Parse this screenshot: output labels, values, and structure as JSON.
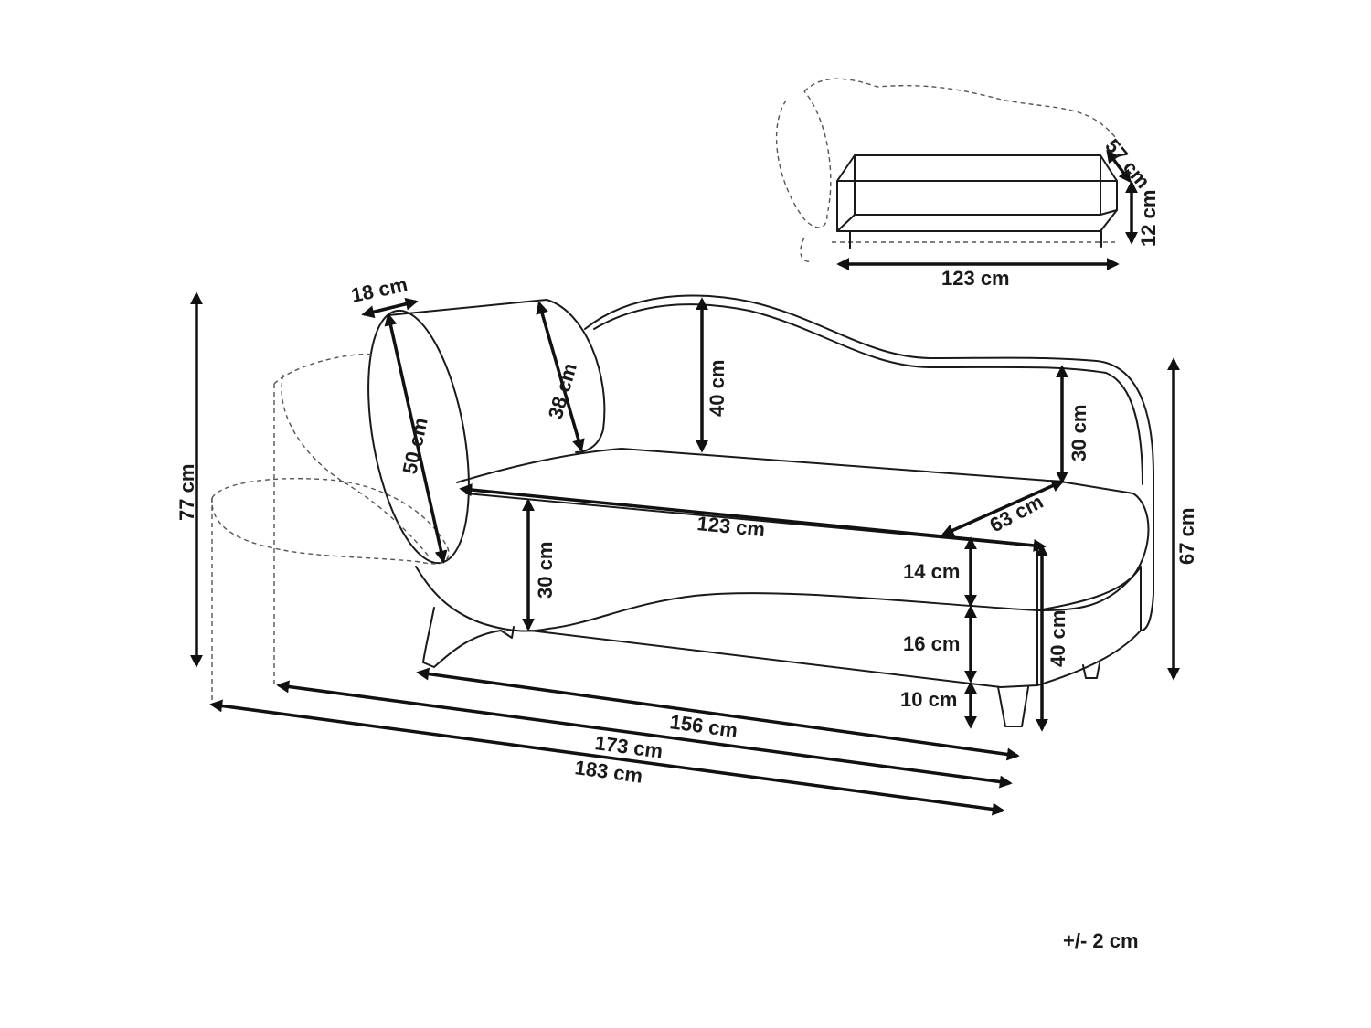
{
  "labels": {
    "pillow_depth": "18 cm",
    "pillow_length": "50 cm",
    "pillow_diameter": "38 cm",
    "back_height": "40 cm",
    "arm_height": "30 cm",
    "seat_depth": "63 cm",
    "seat_length": "123 cm",
    "front_height": "30 cm",
    "cushion_height": "14 cm",
    "base_height": "16 cm",
    "leg_height": "10 cm",
    "seat_total_height": "40 cm",
    "total_height_right": "67 cm",
    "total_height_left": "77 cm",
    "length_base": "156 cm",
    "length_mid": "173 cm",
    "length_total": "183 cm",
    "storage_depth": "57 cm",
    "storage_height": "12 cm",
    "storage_length": "123 cm",
    "tolerance": "+/- 2 cm"
  }
}
